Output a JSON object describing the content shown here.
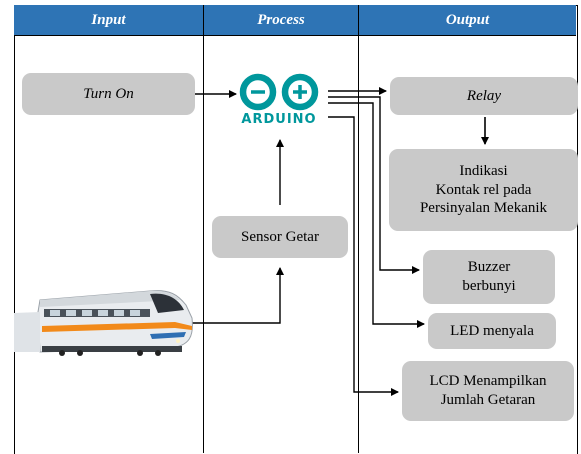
{
  "headers": {
    "input": "Input",
    "process": "Process",
    "output": "Output"
  },
  "nodes": {
    "turn_on": "Turn On",
    "arduino_logo_text": "ARDUINO",
    "sensor": "Sensor Getar",
    "relay": "Relay",
    "indikasi": [
      "Indikasi",
      "Kontak rel pada",
      "Persinyalan Mekanik"
    ],
    "buzzer": [
      "Buzzer",
      "berbunyi"
    ],
    "led": "LED menyala",
    "lcd": [
      "LCD Menampilkan",
      "Jumlah Getaran"
    ]
  },
  "colors": {
    "header_bg": "#2e74b5",
    "box_bg": "#c9c9c9",
    "arduino_teal": "#00979c"
  },
  "icons": {
    "controller": "arduino-logo-icon",
    "vehicle": "train-icon"
  }
}
